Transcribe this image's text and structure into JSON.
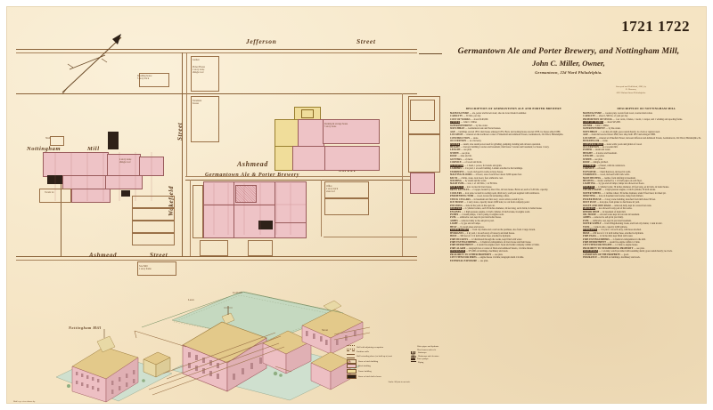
{
  "sheet": {
    "number": "1721 1722",
    "title_line1": "Germantown Ale and Porter Brewery, and Nottingham Mill,",
    "title_line2": "John C. Miller, Owner,",
    "title_line3": "Germantown, 22d Ward Philadelphia.",
    "imprint_line1": "Surveyed and Published, 1883, by",
    "imprint_line2": "E. Hexamer,",
    "imprint_line3": "1033 Walnut Street Philadelphia."
  },
  "plan": {
    "streets": [
      {
        "name": "Jefferson",
        "word2": "Street"
      },
      {
        "name": "Ashmead",
        "word2": "Street"
      },
      {
        "name": "Wakefield",
        "word2": "Street"
      },
      {
        "name": "Street",
        "word2": ""
      }
    ],
    "street_jefferson": "Jefferson",
    "street_jefferson_word": "Street",
    "street_ashmead": "Ashmead",
    "street_ashmead_word": "Street",
    "street_wakefield": "Wakefield",
    "street_wakefield_word": "Street",
    "street_vertical_upper": "Street",
    "mill_label": "Nottingham",
    "mill_label_word": "Mill",
    "brewery_label": "Ashmead",
    "brewery_sub": "Germantown Ale & Porter Brewery",
    "notes": [
      "Dwelling house\n3 story brick",
      "Stable\n2 story stone, shingle roof",
      "Tenement houses",
      "Vacant lot",
      "Picker House\n2 story stone, shingle roof",
      "Garden",
      "Saw Mill\n1 story frame",
      "Office\n2 story brick, slate roof"
    ]
  },
  "perspective": {
    "mill_label": "Nottingham Mill",
    "ice_pond_label": "Ice Pond",
    "lawn_label": "Lawn",
    "street_label_right": "Street",
    "credit": "Bird's eye view drawn by"
  },
  "legend": {
    "left": [
      {
        "swatch": "dotted",
        "text": "Wall with adjoining occupation"
      },
      {
        "swatch": "dashed",
        "text": "Partition walls"
      },
      {
        "swatch": "double",
        "text": "Wall extending above (or built up to) roof"
      },
      {
        "swatch": "open",
        "text": "Stone or brick building"
      },
      {
        "swatch": "pink",
        "text": "Brick building"
      },
      {
        "swatch": "yellow",
        "text": "Frame building"
      },
      {
        "swatch": "dark",
        "text": "Stone or brick boiler house"
      }
    ],
    "right": [
      {
        "symbol": "hydrant",
        "text": "Water pipes and hydrants"
      },
      {
        "symbol": "hose",
        "text": "Hose houses and reels"
      },
      {
        "symbol": "stairway",
        "text": "Stairways"
      },
      {
        "symbol": "hoist",
        "text": "Hoistways and elevators"
      },
      {
        "symbol": "forcepump",
        "text": "Force pumps"
      },
      {
        "symbol": "piping",
        "text": "Piping"
      }
    ],
    "scale_note": "Scale: 50 feet to an inch."
  },
  "description_a": {
    "heading": "DESCRIPTION OF GERMANTOWN ALE AND PORTER BREWERY",
    "rows": [
      {
        "label": "MANUFACTURE",
        "text": "— ale, porter and brown stout; also ale is not made in summer."
      },
      {
        "label": "CAPACITY",
        "text": "— 50 bbls. per day."
      },
      {
        "label": "COST OF WORKS",
        "text": "— about $140,000."
      },
      {
        "label": "OWNER",
        "text": "— John C. Miller."
      },
      {
        "label": "SUPERINTENDENT",
        "text": "— by the owner."
      },
      {
        "label": "WATCHMAN",
        "text": "— Germantown Ale and Porter houses."
      },
      {
        "label": "AGE",
        "text": "— buildings erected 1855; malt house enlarged 1872. Brew and racking house erected 1878, ice house added 1880."
      },
      {
        "label": "LOCATION",
        "text": "— situated on the northwest corner of Wakefield and Ashmead Streets, Germantown, 22d Ward, Philadelphia."
      },
      {
        "label": "CONSTRUCTION",
        "text": "— stone."
      },
      {
        "label": "OCCUPATION",
        "text": "— as a brewery."
      },
      {
        "label": "POWER",
        "text": "— steam; also steam power used for grinding, pumping, hoisting and elevator operation."
      },
      {
        "label": "HEIGHT",
        "text": "— brewery building 4 stories and basement; malt house 3 stories and basement; ice house 1 story."
      },
      {
        "label": "LENGTH",
        "text": "— see plan."
      },
      {
        "label": "WIDTH",
        "text": "— see plan."
      },
      {
        "label": "ROOF",
        "text": "— slate and tin."
      },
      {
        "label": "GUTTERS",
        "text": "— of metal."
      },
      {
        "label": "CORNICE",
        "text": "— of wood and brick."
      },
      {
        "label": "ELEVATOR",
        "text": "— 1 hand, 1 power, for barrels and grain."
      },
      {
        "label": "LADDERS",
        "text": "— 2 in yard, 1 on each building. Ladders attached to the buildings."
      },
      {
        "label": "STAIRWAYS",
        "text": "— wood, inclosed in walls, in brew house."
      },
      {
        "label": "MALTING FLOORS",
        "text": "— 4 floors; area of each floor about 3,000 square feet."
      },
      {
        "label": "KILNS",
        "text": "— 2 kilns, stone, iron doors; fuel, anthracite coal."
      },
      {
        "label": "WASHING",
        "text": "— by steam and hot water."
      },
      {
        "label": "MASH TUBS",
        "text": "— iron, 1 of 120 bbls.; 1 of 80 bbls."
      },
      {
        "label": "HOP BACK",
        "text": "— iron, located in brew house."
      },
      {
        "label": "BREW KETTLES",
        "text": "— 2 copper, heated by direct fire, in brew house. Brick set; each of 120 bbls. capacity."
      },
      {
        "label": "COOLERS",
        "text": "— iron pans, located in cooling room, third story; each pan supplied with ventilators."
      },
      {
        "label": "FERMENTING TUBS",
        "text": "— wood, located in fermenting cellars."
      },
      {
        "label": "STOCK CELLARS",
        "text": "— in basement and first story; stock cellars cooled by ice."
      },
      {
        "label": "ICE HOUSE",
        "text": "— 1 story stone, capacity about 2,000 tons; ice cut from company pond."
      },
      {
        "label": "PITCHING",
        "text": "— done in the yard, in the open air."
      },
      {
        "label": "BOILERS",
        "text": "— 2 cylinder boilers, each 30 inches diameter, 24 feet long, set in brick, in boiler house."
      },
      {
        "label": "ENGINES",
        "text": "— 1 high pressure engine, 12 inch cylinder, 16 inch stroke, in engine room."
      },
      {
        "label": "PUMPS",
        "text": "— 2 steam pumps, 1 force pump, in engine room."
      },
      {
        "label": "FUEL",
        "text": "— anthracite coal, kept in yard and boiler house."
      },
      {
        "label": "ASHES",
        "text": "— removed daily to the ash pit in yard."
      },
      {
        "label": "LIGHT",
        "text": "— by gas and oil lamps."
      },
      {
        "label": "HEAT",
        "text": "— by steam pipes and stoves."
      },
      {
        "label": "WATER SUPPLY",
        "text": "— from city mains and a well on the premises, also from 1 large cistern."
      },
      {
        "label": "HYDRANTS",
        "text": "— 2 in yard, 1 in each story of brewery and malt house."
      },
      {
        "label": "HOSE",
        "text": "— 300 feet of 2 1/2 inch rubber hose, attached to hydrants."
      },
      {
        "label": "FIRE BUCKETS",
        "text": "— 12 distributed through the works, kept filled with water."
      },
      {
        "label": "FIRE EXTINGUISHERS",
        "text": "— 2 chemical extinguishers, in brew house and malt house."
      },
      {
        "label": "FIRE DEPARTMENT",
        "text": "— 2 steam fire engines and 1 hook and ladder company within 1/2 mile."
      },
      {
        "label": "FIRE ALARM",
        "text": "— telegraph box at corner of Main and Ashmead Streets, 1/4 mile distant."
      },
      {
        "label": "INSURANCE",
        "text": "— $75,000 on buildings, machinery and stock."
      },
      {
        "label": "PROXIMITY TO OTHER PROPERTY",
        "text": "— see plan."
      },
      {
        "label": "CITY ITEM FOR FIRES",
        "text": "— engine house 1/4 mile; telegraph alarm 1/4 mile."
      },
      {
        "label": "EXTERNAL EXPOSURE",
        "text": "— see plan."
      }
    ]
  },
  "description_b": {
    "heading": "DESCRIPTION OF NOTTINGHAM MILL",
    "rows": [
      {
        "label": "MANUFACTURE",
        "text": "— woolen yarn, woven from wool, worsted and cotton."
      },
      {
        "label": "CAPACITY",
        "text": "— about 1,500 lbs. of yarn per day."
      },
      {
        "label": "PROPORTION OF STOCK",
        "text": "— 1 set cards, 2 mules, 1 loom, 1 warper, and 1 winding and spooling frame."
      },
      {
        "label": "COST OF WORKS",
        "text": "— about $45,000."
      },
      {
        "label": "OWNER",
        "text": "— John C. Miller."
      },
      {
        "label": "SUPERINTENDENT",
        "text": "— by the owner."
      },
      {
        "label": "WATCHMAN",
        "text": "— 1 on duty all night, goes rounds hourly; no clock or register used."
      },
      {
        "label": "AGE",
        "text": "— main mill erected about 1840; new shop built 1872 and enlarged 1880."
      },
      {
        "label": "LOCATION",
        "text": "— situated on Wakefield Street, between Jefferson and Ashmead Streets, Germantown, 22d Ward, Philadelphia, Pa."
      },
      {
        "label": "BUILDING OR",
        "text": "— stone."
      },
      {
        "label": "CONSTRUCTION",
        "text": "— stone walls; posts and girders of wood."
      },
      {
        "label": "OCCUPATION",
        "text": "— as a woolen mill."
      },
      {
        "label": "POWER",
        "text": "— steam and water."
      },
      {
        "label": "HEIGHT",
        "text": "— 4 stories and basement."
      },
      {
        "label": "LENGTH",
        "text": "— see plan."
      },
      {
        "label": "WIDTH",
        "text": "— see plan."
      },
      {
        "label": "ROOF",
        "text": "— shingle, pitched."
      },
      {
        "label": "GUTTERS",
        "text": "— of metal, with tin conductors."
      },
      {
        "label": "CORNICE",
        "text": "— of wood."
      },
      {
        "label": "ELEVATOR",
        "text": "— 1 hand hoistway, inclosed in walls."
      },
      {
        "label": "STAIRWAYS",
        "text": "— wood, inclosed with brick walls."
      },
      {
        "label": "MAIN BELTING",
        "text": "— leather, from shafting in basement."
      },
      {
        "label": "HEATING",
        "text": "— steam, warmed by 1 1/2 inch pipes on each floor."
      },
      {
        "label": "LIGHTING",
        "text": "— by gas and oil lamps; lamps not allowed on floors."
      },
      {
        "label": "BOILERS",
        "text": "— 1 cylinder boiler, 36 inches diameter, 26 feet long, set in brick, in boiler house."
      },
      {
        "label": "STEAM ENGINE",
        "text": "— 1 high pressure engine, 14 inch cylinder, 30 inch stroke."
      },
      {
        "label": "WATER WHEEL",
        "text": "— 1 turbine wheel, 36 inches diameter, under 8 feet head, in wheel pit."
      },
      {
        "label": "SHAFTING",
        "text": "— iron, in basement and stories, hung from timbers."
      },
      {
        "label": "PICKER HOUSE",
        "text": "— 2 story stone building, detached from mill about 30 feet."
      },
      {
        "label": "DUST FLUE",
        "text": "— iron pipe, from picker to dust house in yard."
      },
      {
        "label": "WASTE AND OILY RAGS",
        "text": "— removed daily, kept in covered iron cans."
      },
      {
        "label": "SMOKING",
        "text": "— not allowed in any part of the works."
      },
      {
        "label": "REPAIR SHOP",
        "text": "— in basement of main mill."
      },
      {
        "label": "OIL HOUSE",
        "text": "— oils and waste kept in iron safe in basement."
      },
      {
        "label": "ASHES",
        "text": "— removed to ash pit in yard daily."
      },
      {
        "label": "FUEL",
        "text": "— anthracite coal, kept in yard and basement."
      },
      {
        "label": "WATER SUPPLY",
        "text": "— from Wingohocking Creek, and from city mains; 1 tank in attic."
      },
      {
        "label": "TANK",
        "text": "— 1 tank in attic, capacity 2,000 gallons."
      },
      {
        "label": "HYDRANTS",
        "text": "— 1 in yard, 1 in each story, with hose attached."
      },
      {
        "label": "HOSE",
        "text": "— 200 feet of 2 1/2 inch rubber hose, attached to hydrants."
      },
      {
        "label": "FIRE PAILS",
        "text": "— 12 in the mill, kept filled with water."
      },
      {
        "label": "FIRE EXTINGUISHERS",
        "text": "— 2 chemical extinguishers in the mill."
      },
      {
        "label": "FIRE DEPARTMENT",
        "text": "— steam fire engine within 1/2 mile."
      },
      {
        "label": "CITY ITEM FOR ENGINE",
        "text": "— 1/2 mile to engine house."
      },
      {
        "label": "PROXIMITY TO NEIGHBORING PROPERTY",
        "text": "— see plan."
      },
      {
        "label": "WATCHMAN",
        "text": "— 1 on duty, watch provided with sounding alarm; goes rounds hourly; no clock."
      },
      {
        "label": "CONDITION OF THE PROPERTY",
        "text": "— good."
      },
      {
        "label": "INSURANCE",
        "text": "— $30,000 on buildings, machinery and stock."
      }
    ]
  }
}
